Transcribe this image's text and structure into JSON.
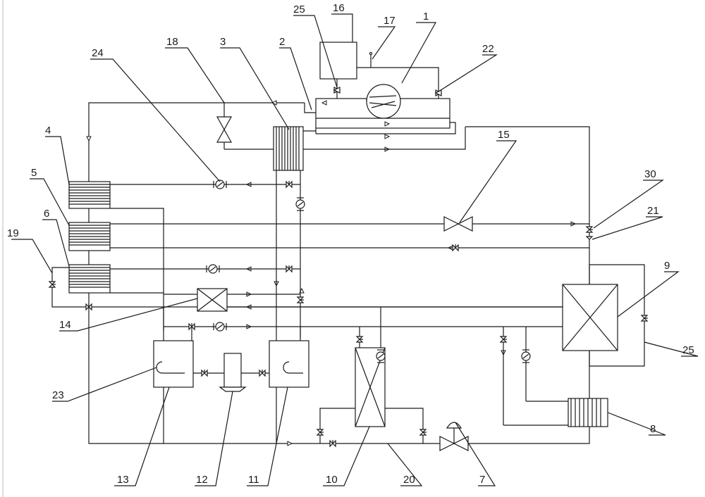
{
  "callouts": [
    "1",
    "2",
    "3",
    "4",
    "5",
    "6",
    "7",
    "8",
    "9",
    "10",
    "11",
    "12",
    "13",
    "14",
    "15",
    "16",
    "17",
    "18",
    "19",
    "20",
    "21",
    "22",
    "23",
    "24",
    "25",
    "25",
    "30"
  ]
}
